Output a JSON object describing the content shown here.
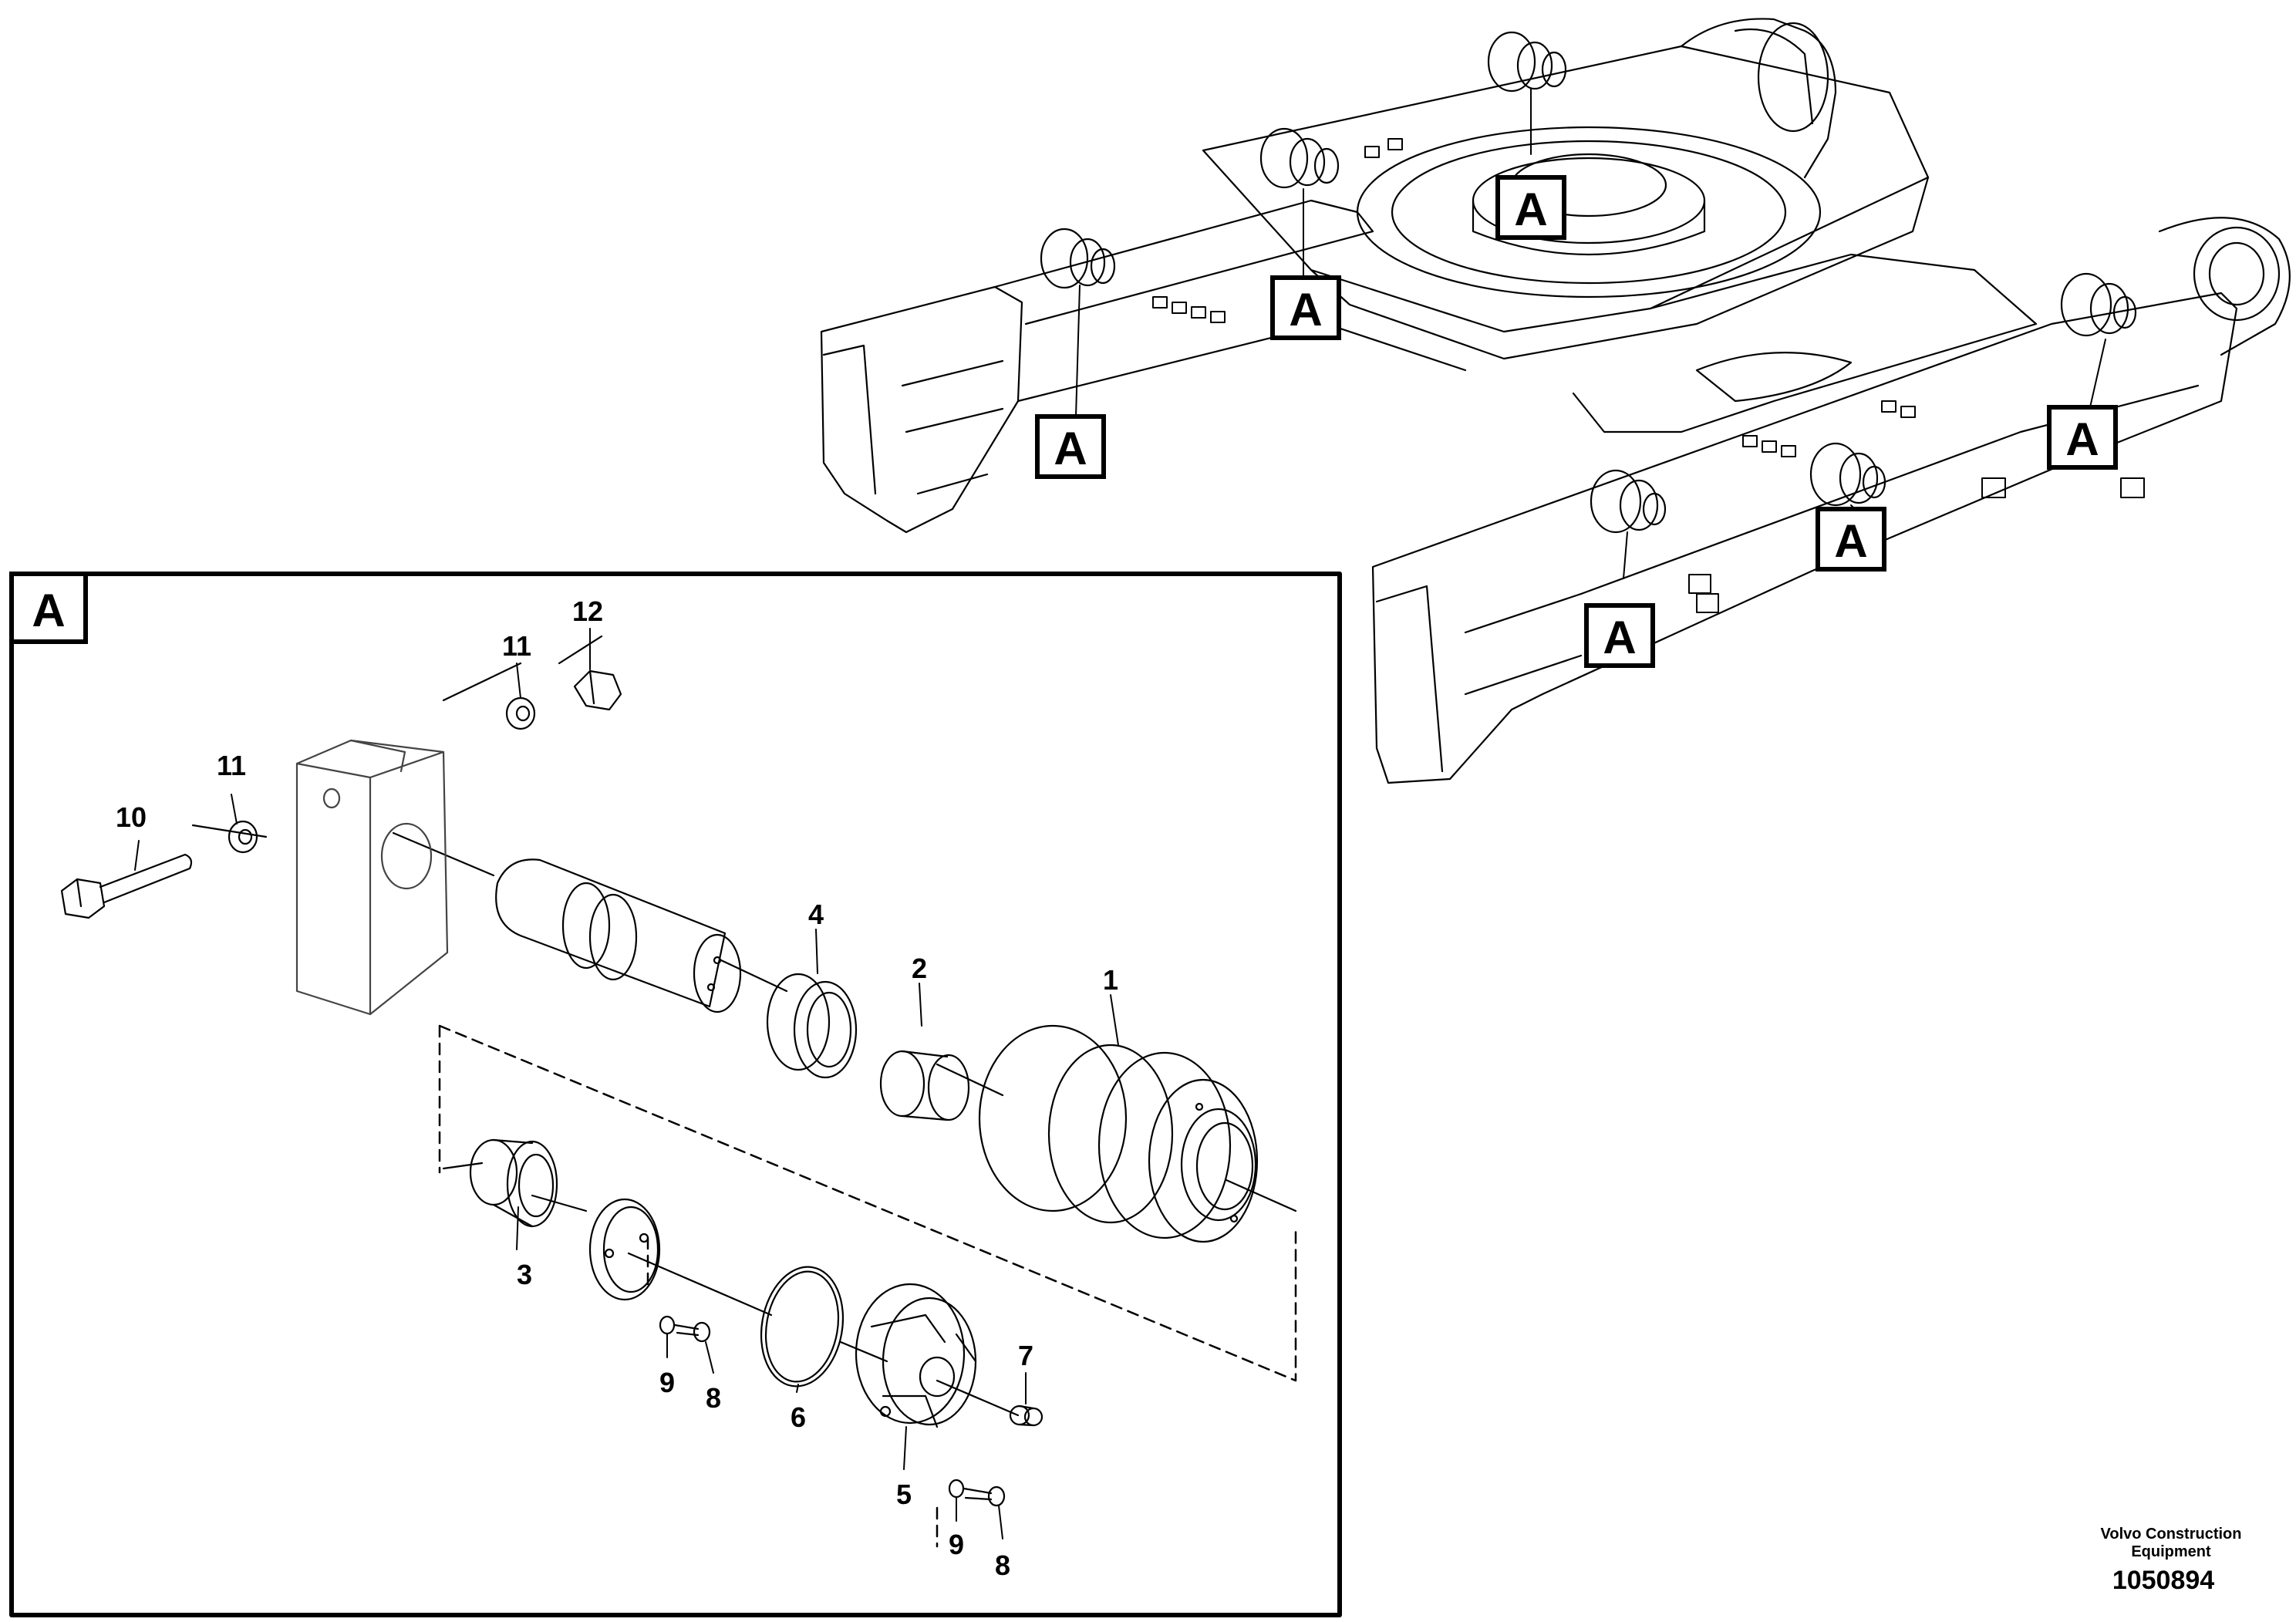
{
  "callout_letter": "A",
  "detail_view_label": "A",
  "part_numbers": {
    "p1": "1",
    "p2": "2",
    "p3": "3",
    "p4": "4",
    "p5": "5",
    "p6": "6",
    "p7": "7",
    "p8a": "8",
    "p8b": "8",
    "p9a": "9",
    "p9b": "9",
    "p10": "10",
    "p11a": "11",
    "p11b": "11",
    "p12": "12"
  },
  "footer": {
    "line1": "Volvo Construction",
    "line2": "Equipment",
    "drawing_number": "1050894"
  }
}
